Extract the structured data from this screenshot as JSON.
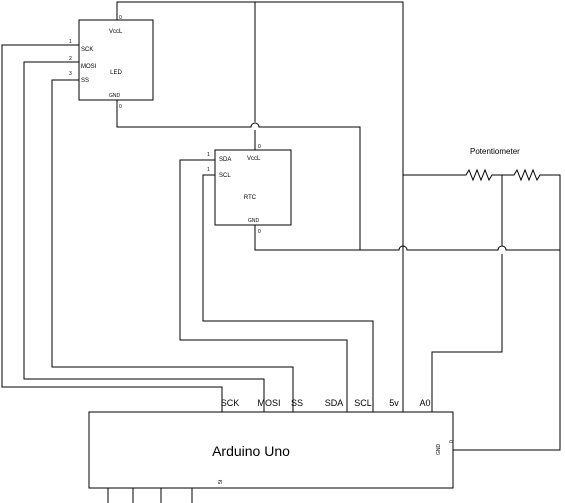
{
  "led": {
    "label": "LED",
    "pins_left": [
      {
        "num": "1",
        "name": "SCK"
      },
      {
        "num": "2",
        "name": "MOSI"
      },
      {
        "num": "3",
        "name": "SS"
      }
    ],
    "vcc": {
      "name": "VccL",
      "num": "0"
    },
    "gnd": {
      "name": "GND",
      "num": "0"
    }
  },
  "rtc": {
    "label": "RTC",
    "pins_left": [
      {
        "num": "1",
        "name": "SDA"
      },
      {
        "num": "1",
        "name": "SCL"
      }
    ],
    "vcc": {
      "name": "VccL",
      "num": "0"
    },
    "gnd": {
      "name": "GND",
      "num": "0"
    }
  },
  "potentiometer": {
    "label": "Potentiometer"
  },
  "arduino": {
    "title": "Arduino Uno",
    "pins_top": [
      "SCK",
      "MOSI",
      "SS",
      "SDA",
      "SCL",
      "5v",
      "A0"
    ],
    "gnd": {
      "name": "GND",
      "num": "0"
    },
    "bottom_label": "5t"
  }
}
